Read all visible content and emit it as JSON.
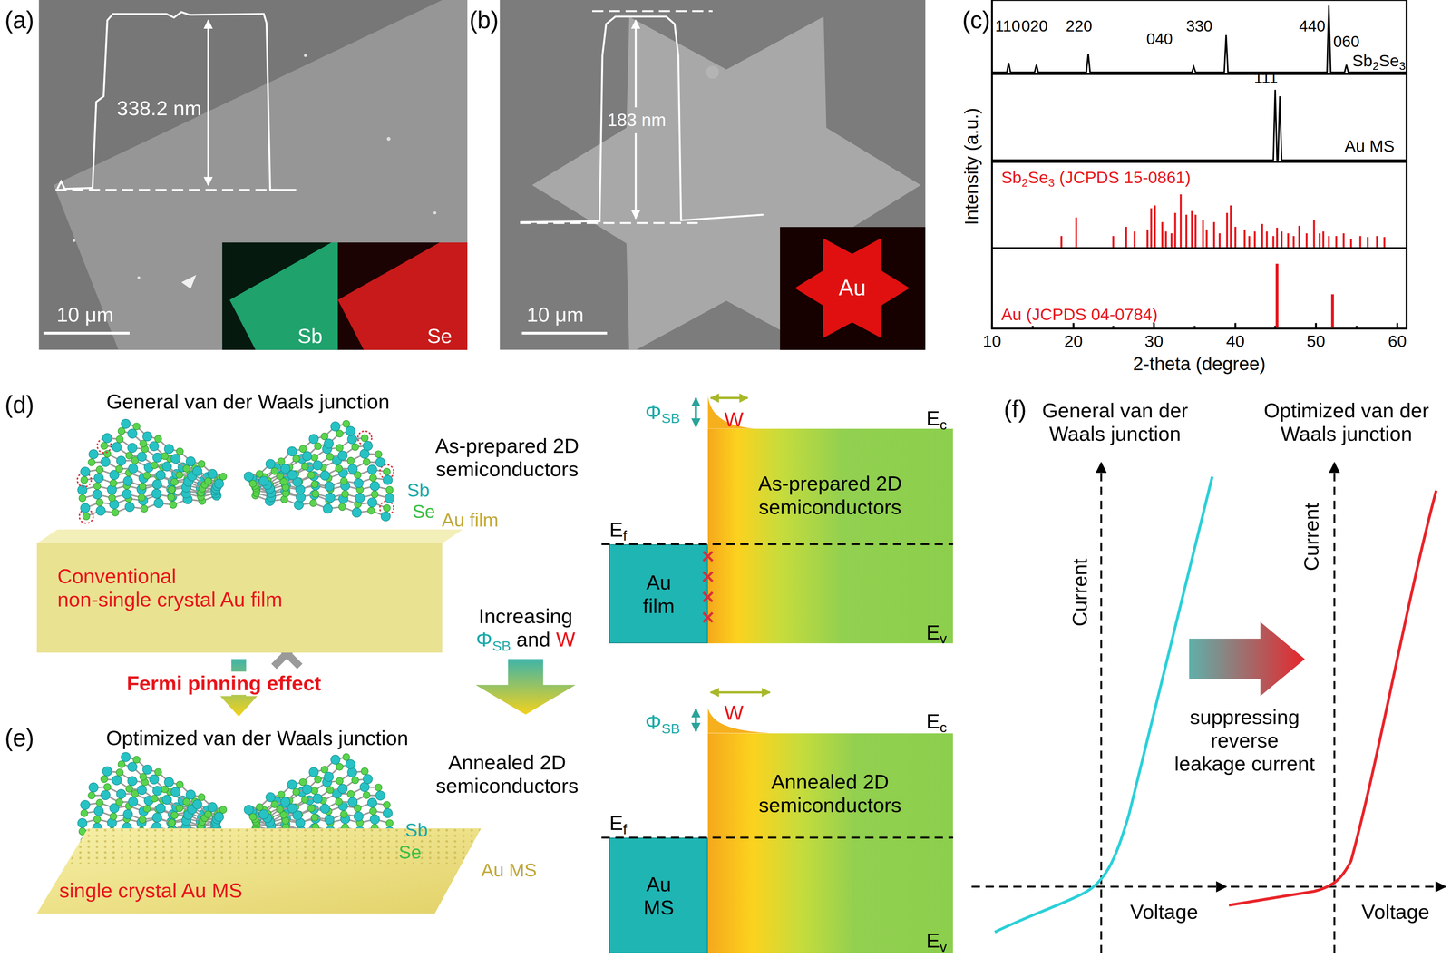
{
  "diagram": {
    "nodes": [
      {
        "text": [
          "Sb"
        ]
      },
      {
        "text": [
          "Se"
        ]
      },
      {
        "text": [
          "Au"
        ]
      },
      {
        "text": [
          "Conventional non-single crystal Au film"
        ]
      },
      {
        "text": [
          "single crystal Au MS"
        ]
      },
      {
        "text": [
          "As-prepared 2D semiconductors"
        ]
      },
      {
        "text": [
          "Au film"
        ]
      },
      {
        "text": [
          "Annealed 2D semiconductors"
        ]
      },
      {
        "text": [
          "Au MS"
        ]
      }
    ],
    "labels": [
      "(a)",
      "338.2 nm",
      "10 μm",
      "(b)",
      "183 nm",
      "10 μm",
      "(c)",
      "110",
      "020",
      "220",
      "040",
      "330",
      "440",
      "060",
      "Sb2Se3",
      "111",
      "Au MS",
      "Sb2Se3 (JCPDS 15-0861)",
      "Au (JCPDS 04-0784)",
      "Intensity (a.u.)",
      "10",
      "20",
      "30",
      "40",
      "50",
      "60",
      "2-theta (degree)",
      "(d)",
      "General van der Waals junction",
      "As-prepared 2D semiconductors",
      "Sb",
      "Se",
      "Au film",
      "Fermi pinning effect",
      "(e)",
      "Optimized van der Waals junction",
      "Annealed 2D semiconductors",
      "Sb",
      "Se",
      "Au MS",
      "Increasing ΦSB and W",
      "ΦSB",
      "W",
      "Ec",
      "Ef",
      "Ev",
      "ΦSB",
      "W",
      "Ec",
      "Ef",
      "Ev",
      "(f)",
      "General van der Waals junction",
      "Optimized van der Waals junction",
      "Current",
      "Voltage",
      "Current",
      "Voltage",
      "suppressing reverse leakage current"
    ]
  }
}
